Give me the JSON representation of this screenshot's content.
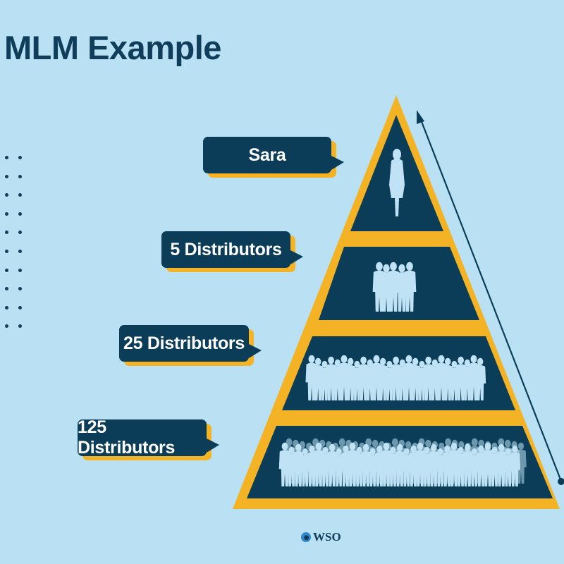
{
  "title": "MLM Example",
  "colors": {
    "background": "#b9e1f3",
    "navy": "#0b3d58",
    "gold": "#f4b225",
    "silhouette": "#bfe3f5"
  },
  "tiers": [
    {
      "label": "Sara",
      "count": 1,
      "icon": "woman-silhouette-icon"
    },
    {
      "label": "5 Distributors",
      "count": 5,
      "icon": "group-silhouette-icon"
    },
    {
      "label": "25 Distributors",
      "count": 25,
      "icon": "crowd-silhouette-icon"
    },
    {
      "label": "125 Distributors",
      "count": 125,
      "icon": "large-crowd-silhouette-icon"
    }
  ],
  "arrow": {
    "direction": "upward",
    "icon": "growth-arrow-icon"
  },
  "footer": {
    "brand": "WSO",
    "icon": "wso-logo-icon"
  }
}
